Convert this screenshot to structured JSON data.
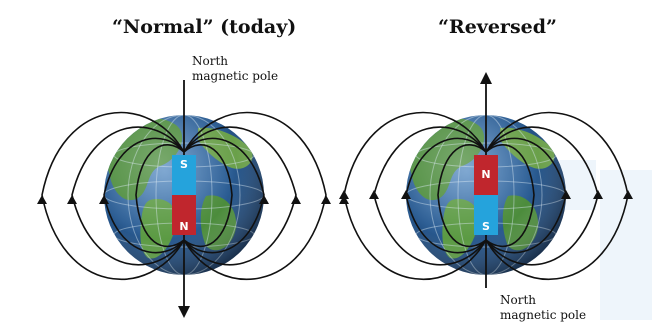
{
  "titles": {
    "normal": "“Normal” (today)",
    "reversed": "“Reversed”"
  },
  "labels": {
    "left_pole_line1": "North",
    "left_pole_line2": "magnetic pole",
    "right_pole_line1": "North",
    "right_pole_line2": "magnetic pole"
  },
  "magnets": {
    "normal_top": "S",
    "normal_bottom": "N",
    "reversed_top": "N",
    "reversed_bottom": "S"
  },
  "colors": {
    "magnet_red": "#c0262d",
    "magnet_blue": "#25a3dc",
    "ocean": "#1f4f86",
    "land": "#4c8c3c",
    "field_line": "#111111"
  }
}
